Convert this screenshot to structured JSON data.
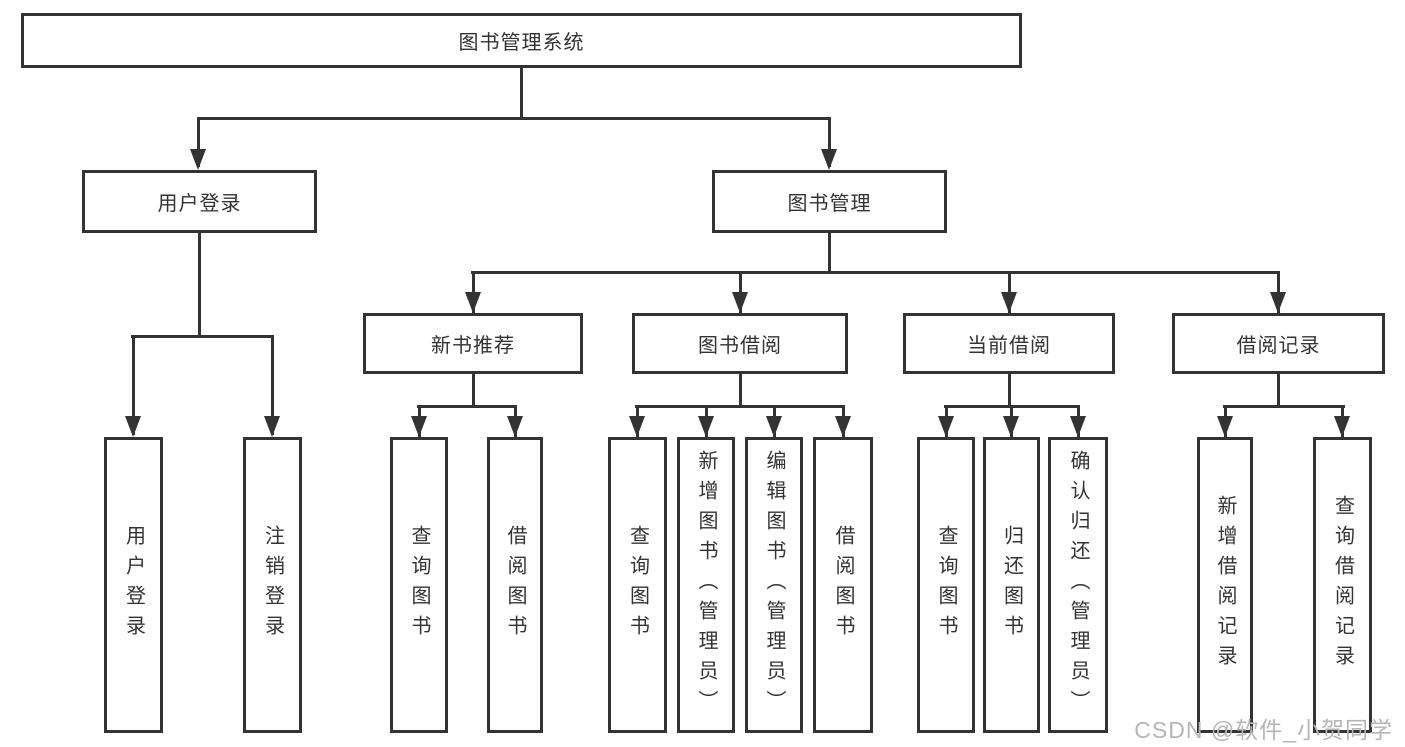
{
  "tree": {
    "root": "图书管理系统",
    "branches": [
      {
        "label": "用户登录",
        "children": [
          "用户登录",
          "注销登录"
        ]
      },
      {
        "label": "图书管理",
        "groups": [
          {
            "label": "新书推荐",
            "children": [
              "查询图书",
              "借阅图书"
            ]
          },
          {
            "label": "图书借阅",
            "children": [
              "查询图书",
              "新增图书（管理员）",
              "编辑图书（管理员）",
              "借阅图书"
            ]
          },
          {
            "label": "当前借阅",
            "children": [
              "查询图书",
              "归还图书",
              "确认归还（管理员）"
            ]
          },
          {
            "label": "借阅记录",
            "children": [
              "新增借阅记录",
              "查询借阅记录"
            ]
          }
        ]
      }
    ]
  },
  "watermark": {
    "text": "CSDN @软件_小贺同学"
  },
  "colors": {
    "line": "#333333",
    "box_fill": "#ffffff",
    "watermark_gray": "#b6b6b6"
  }
}
